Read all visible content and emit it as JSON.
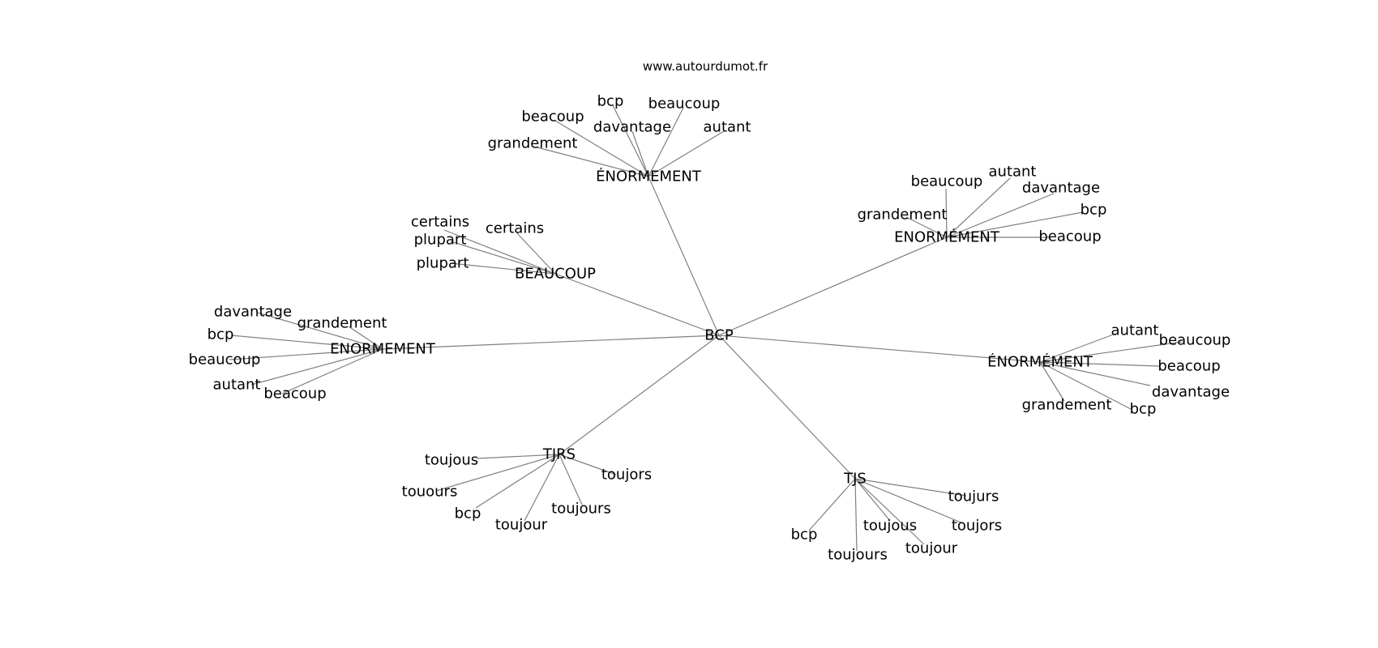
{
  "source_label": "www.autourdumot.fr",
  "colors": {
    "edge": "#808080",
    "text": "#000000",
    "background": "#ffffff"
  },
  "root": {
    "id": "root",
    "label": "BCP"
  },
  "clusters": [
    {
      "id": "c_top",
      "label": "ÉNORMEMENT",
      "leaves": [
        "bcp",
        "beaucoup",
        "beacoup",
        "davantage",
        "autant",
        "grandement"
      ]
    },
    {
      "id": "c_topright",
      "label": "ENORMÉMENT",
      "leaves": [
        "autant",
        "beaucoup",
        "davantage",
        "bcp",
        "grandement",
        "beacoup"
      ]
    },
    {
      "id": "c_beaucoup",
      "label": "BEAUCOUP",
      "leaves": [
        "certains",
        "certains",
        "plupart",
        "plupart"
      ]
    },
    {
      "id": "c_left",
      "label": "ENORMEMENT",
      "leaves": [
        "davantage",
        "grandement",
        "bcp",
        "beaucoup",
        "autant",
        "beacoup"
      ]
    },
    {
      "id": "c_right",
      "label": "ÉNORMÉMENT",
      "leaves": [
        "autant",
        "beaucoup",
        "beacoup",
        "davantage",
        "grandement",
        "bcp"
      ]
    },
    {
      "id": "c_tjrs",
      "label": "TJRS",
      "leaves": [
        "toujous",
        "toujors",
        "touours",
        "bcp",
        "toujours",
        "toujour"
      ]
    },
    {
      "id": "c_tjs",
      "label": "TJS",
      "leaves": [
        "toujurs",
        "toujors",
        "bcp",
        "toujous",
        "toujours",
        "toujour"
      ]
    }
  ]
}
